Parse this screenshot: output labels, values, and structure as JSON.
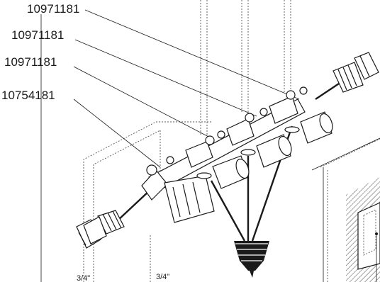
{
  "labels": {
    "part_1": "10971181",
    "part_2": "10971181",
    "part_3": "10971181",
    "part_4": "10754181"
  },
  "dimensions": {
    "left": "3/4\"",
    "right": "3/4\""
  },
  "colors": {
    "ink": "#1a1a1a",
    "background": "#ffffff"
  }
}
